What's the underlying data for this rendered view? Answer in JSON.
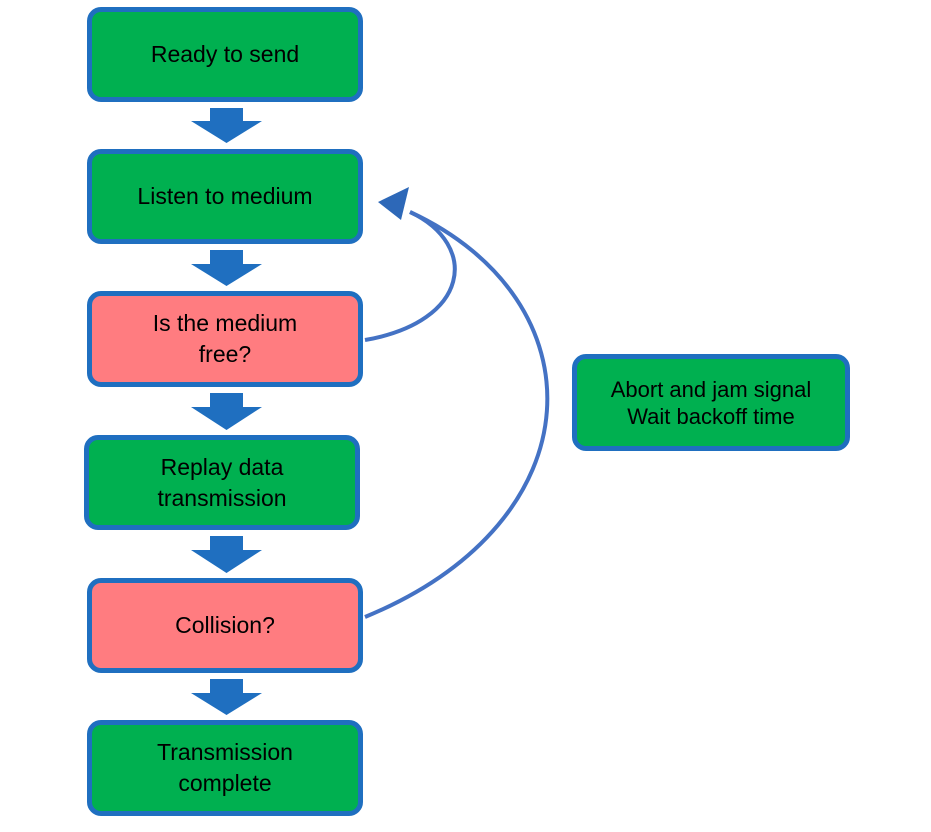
{
  "nodes": {
    "ready": "Ready to send",
    "listen": "Listen to medium",
    "medium_free": "Is the medium\nfree?",
    "replay": "Replay data\ntransmission",
    "collision": "Collision?",
    "complete": "Transmission\ncomplete",
    "abort": "Abort and jam signal\nWait backoff time"
  },
  "colors": {
    "process_fill": "#00b050",
    "decision_fill": "#ff7c80",
    "border": "#1f6fc0",
    "arrow": "#1f6fc0",
    "curve": "#4472c4"
  }
}
